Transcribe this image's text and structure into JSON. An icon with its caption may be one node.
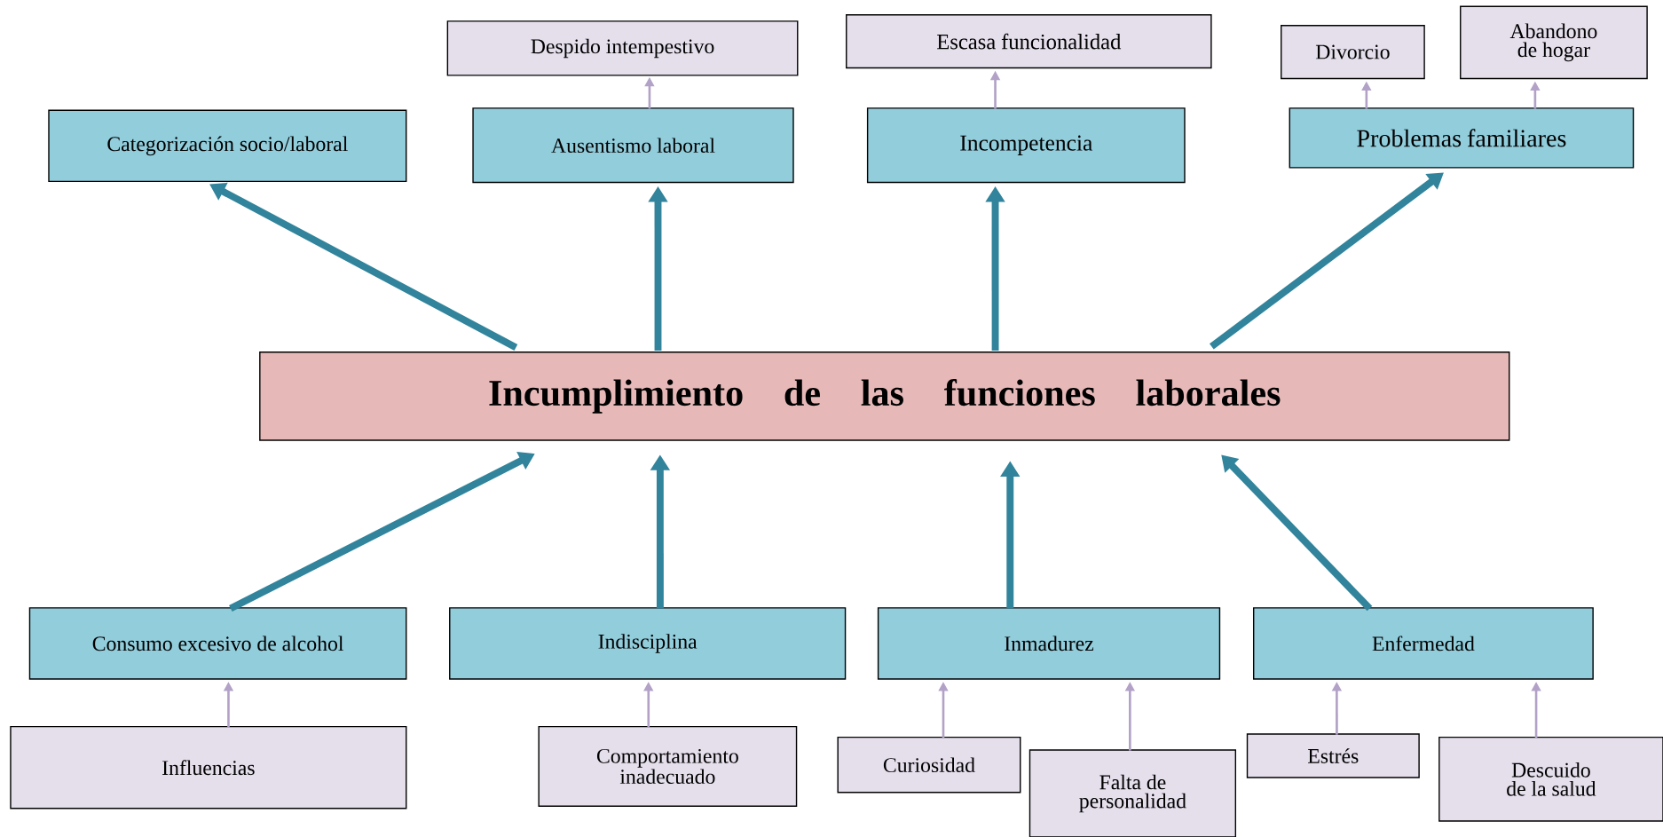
{
  "diagram": {
    "nodes": [
      {
        "text": [
          "Despido intempestivo"
        ]
      },
      {
        "text": [
          "Escasa funcionalidad"
        ]
      },
      {
        "text": [
          "Divorcio"
        ]
      },
      {
        "text": [
          "Abandono de hogar"
        ]
      },
      {
        "text": [
          "Categorización socio/laboral"
        ]
      },
      {
        "text": [
          "Ausentismo laboral"
        ]
      },
      {
        "text": [
          "Incompetencia"
        ]
      },
      {
        "text": [
          "Problemas familiares"
        ]
      },
      {
        "text": [
          "Incumplimiento de las funciones laborales"
        ]
      },
      {
        "text": [
          "Consumo excesivo de alcohol"
        ]
      },
      {
        "text": [
          "Indisciplina"
        ]
      },
      {
        "text": [
          "Inmadurez"
        ]
      },
      {
        "text": [
          "Enfermedad"
        ]
      },
      {
        "text": [
          "Influencias"
        ]
      },
      {
        "text": [
          "Comportamiento inadecuado"
        ]
      },
      {
        "text": [
          "Curiosidad"
        ]
      },
      {
        "text": [
          "Falta de personalidad"
        ]
      },
      {
        "text": [
          "Estrés"
        ]
      },
      {
        "text": [
          "Descuido de la salud"
        ]
      }
    ],
    "edges": [
      {
        "from": 8,
        "to": 4,
        "arrow": "to",
        "style": "thick",
        "color": "#31849b"
      },
      {
        "from": 8,
        "to": 5,
        "arrow": "to",
        "style": "thick",
        "color": "#31849b"
      },
      {
        "from": 8,
        "to": 6,
        "arrow": "to",
        "style": "thick",
        "color": "#31849b"
      },
      {
        "from": 8,
        "to": 7,
        "arrow": "to",
        "style": "thick",
        "color": "#31849b"
      },
      {
        "from": 9,
        "to": 8,
        "arrow": "to",
        "style": "thick",
        "color": "#31849b"
      },
      {
        "from": 10,
        "to": 8,
        "arrow": "to",
        "style": "thick",
        "color": "#31849b"
      },
      {
        "from": 11,
        "to": 8,
        "arrow": "to",
        "style": "thick",
        "color": "#31849b"
      },
      {
        "from": 12,
        "to": 8,
        "arrow": "to",
        "style": "thick",
        "color": "#31849b"
      },
      {
        "from": 5,
        "to": 0,
        "arrow": "to"
      },
      {
        "from": 6,
        "to": 1,
        "arrow": "to"
      },
      {
        "from": 7,
        "to": 2,
        "arrow": "to"
      },
      {
        "from": 7,
        "to": 3,
        "arrow": "to"
      },
      {
        "from": 13,
        "to": 9,
        "arrow": "to"
      },
      {
        "from": 14,
        "to": 10,
        "arrow": "to"
      },
      {
        "from": 15,
        "to": 11,
        "arrow": "to"
      },
      {
        "from": 16,
        "to": 11,
        "arrow": "to"
      },
      {
        "from": 17,
        "to": 12,
        "arrow": "to"
      },
      {
        "from": 18,
        "to": 12,
        "arrow": "to"
      }
    ]
  }
}
